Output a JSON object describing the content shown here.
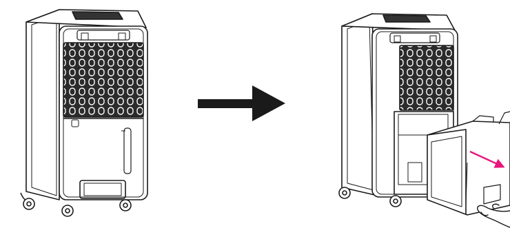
{
  "figure": {
    "panels": [
      {
        "id": "before",
        "subject": "dehumidifier-front",
        "state": "tank-inserted"
      },
      {
        "id": "after",
        "subject": "dehumidifier-rear",
        "state": "tank-removed"
      }
    ],
    "transition_icon": "right-arrow-icon",
    "direction_icon": "pull-direction-arrow-icon",
    "hand_icon": "hand-icon"
  },
  "colors": {
    "line": "#1a1a1a",
    "fill": "#ffffff",
    "grille": "#2b2b2b",
    "accent": "#e8157d"
  }
}
